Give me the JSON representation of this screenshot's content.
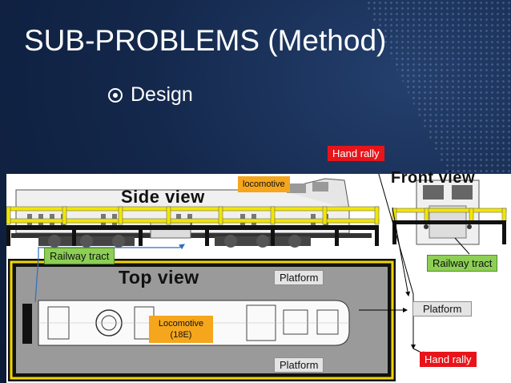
{
  "slide": {
    "title": "SUB-PROBLEMS (Method)",
    "bullet": "Design"
  },
  "diagram": {
    "side_view_title": "Side view",
    "front_view_title": "Front view",
    "top_view_title": "Top view",
    "labels": {
      "hand_rally_top": "Hand rally",
      "locomotive": "locomotive",
      "railway_tract_left": "Railway tract",
      "railway_tract_right": "Railway tract",
      "platform_top": "Platform",
      "platform_right": "Platform",
      "platform_bottom": "Platform",
      "locomotive_top_view": "Locomotive\n(18E)",
      "hand_rally_bottom": "Hand rally"
    }
  },
  "colors": {
    "background": "#14284c",
    "hand_rail": "#f2e600",
    "top_view_outline": "#f2d800",
    "label_red": "#e8141a",
    "label_green": "#8dcf55",
    "label_orange": "#f5a61d",
    "arrow_blue": "#2f6fc0"
  }
}
